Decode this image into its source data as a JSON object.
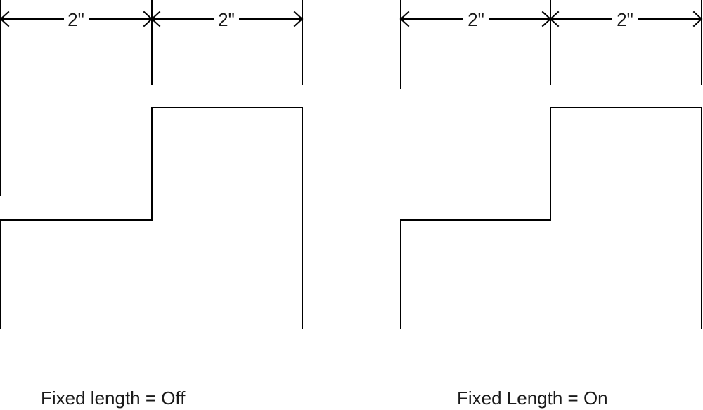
{
  "colors": {
    "line": "#000000",
    "text": "#1a1a1a",
    "background": "#ffffff"
  },
  "left_panel": {
    "dimension_1": "2\"",
    "dimension_2": "2\"",
    "caption": "Fixed length = Off"
  },
  "right_panel": {
    "dimension_1": "2\"",
    "dimension_2": "2\"",
    "caption": "Fixed Length = On"
  }
}
